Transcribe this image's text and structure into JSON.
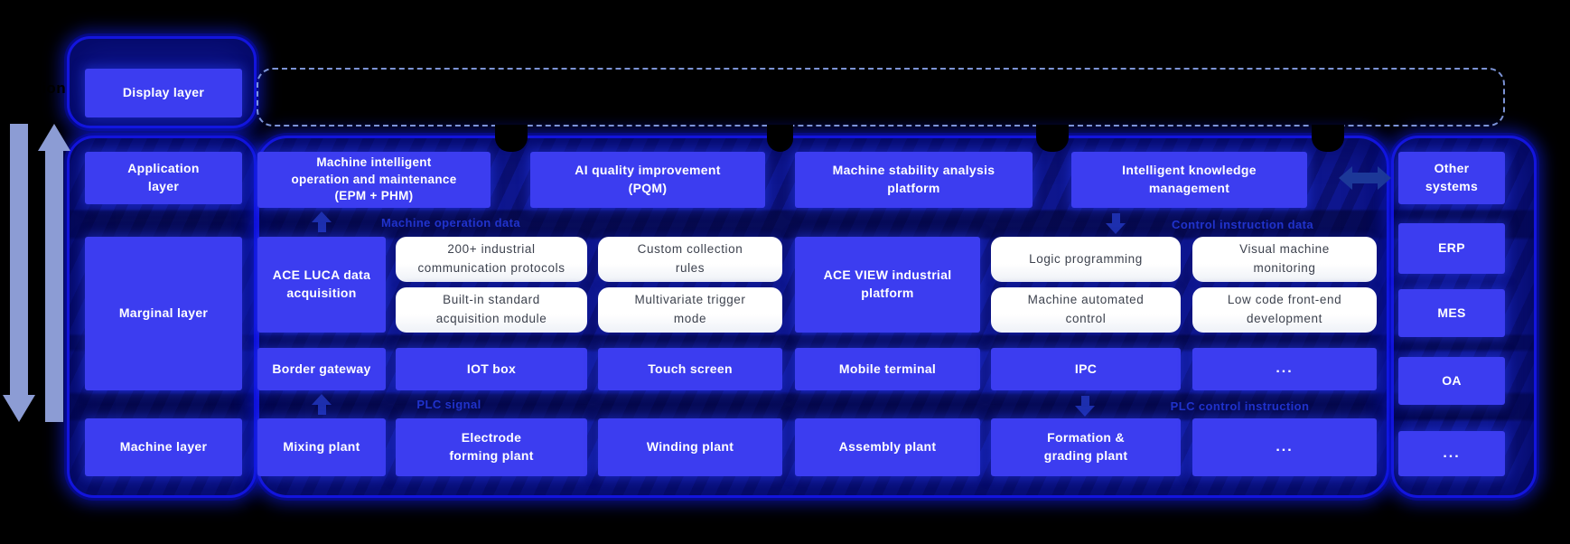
{
  "diagram": {
    "edge_text_fragment": "tion",
    "layers": {
      "display": [
        "Display layer"
      ],
      "application": [
        "Application",
        "layer"
      ],
      "marginal": [
        "Marginal layer"
      ],
      "machine": [
        "Machine layer"
      ]
    },
    "application_row": {
      "epm_phm": [
        "Machine intelligent",
        "operation and maintenance",
        "(EPM + PHM)"
      ],
      "pqm": [
        "AI quality improvement",
        "(PQM)"
      ],
      "stability": [
        "Machine stability analysis",
        "platform"
      ],
      "knowledge": [
        "Intelligent knowledge",
        "management"
      ]
    },
    "marginal_row": {
      "ace_luca": [
        "ACE LUCA data",
        "acquisition"
      ],
      "ace_view": [
        "ACE VIEW industrial",
        "platform"
      ],
      "features": {
        "acquisition": [
          [
            "200+ industrial",
            "communication protocols"
          ],
          [
            "Built-in standard",
            "acquisition module"
          ]
        ],
        "collection": [
          [
            "Custom collection",
            "rules"
          ],
          [
            "Multivariate trigger",
            "mode"
          ]
        ],
        "control": [
          [
            "Logic programming"
          ],
          [
            "Machine automated",
            "control"
          ]
        ],
        "development": [
          [
            "Visual machine",
            "monitoring"
          ],
          [
            "Low code front-end",
            "development"
          ]
        ]
      },
      "terminals": [
        "Border gateway",
        "IOT box",
        "Touch screen",
        "Mobile terminal",
        "IPC",
        "..."
      ]
    },
    "machine_row": [
      [
        "Mixing plant"
      ],
      [
        "Electrode",
        "forming plant"
      ],
      [
        "Winding plant"
      ],
      [
        "Assembly plant"
      ],
      [
        "Formation &",
        "grading plant"
      ],
      [
        "..."
      ]
    ],
    "external_systems": {
      "header": [
        "Other",
        "systems"
      ],
      "items": [
        "ERP",
        "MES",
        "OA",
        "..."
      ]
    },
    "flow_labels": {
      "machine_operation_data": "Machine operation data",
      "control_instruction_data": "Control instruction data",
      "plc_signal": "PLC signal",
      "plc_control_instruction": "PLC control instruction"
    },
    "colors": {
      "background": "#000000",
      "box_blue": "#3c3df0",
      "container_fill": "#0c1285",
      "container_border": "#1315dd",
      "white_box_fill": "#ffffff",
      "white_box_text": "#3d424e",
      "flow_label": "#2133cc",
      "dashed_border": "#87a0e8",
      "side_arrow": "#8c9cd4",
      "flow_arrow": "#1d2fae",
      "link_arrow": "#1c3898"
    }
  }
}
